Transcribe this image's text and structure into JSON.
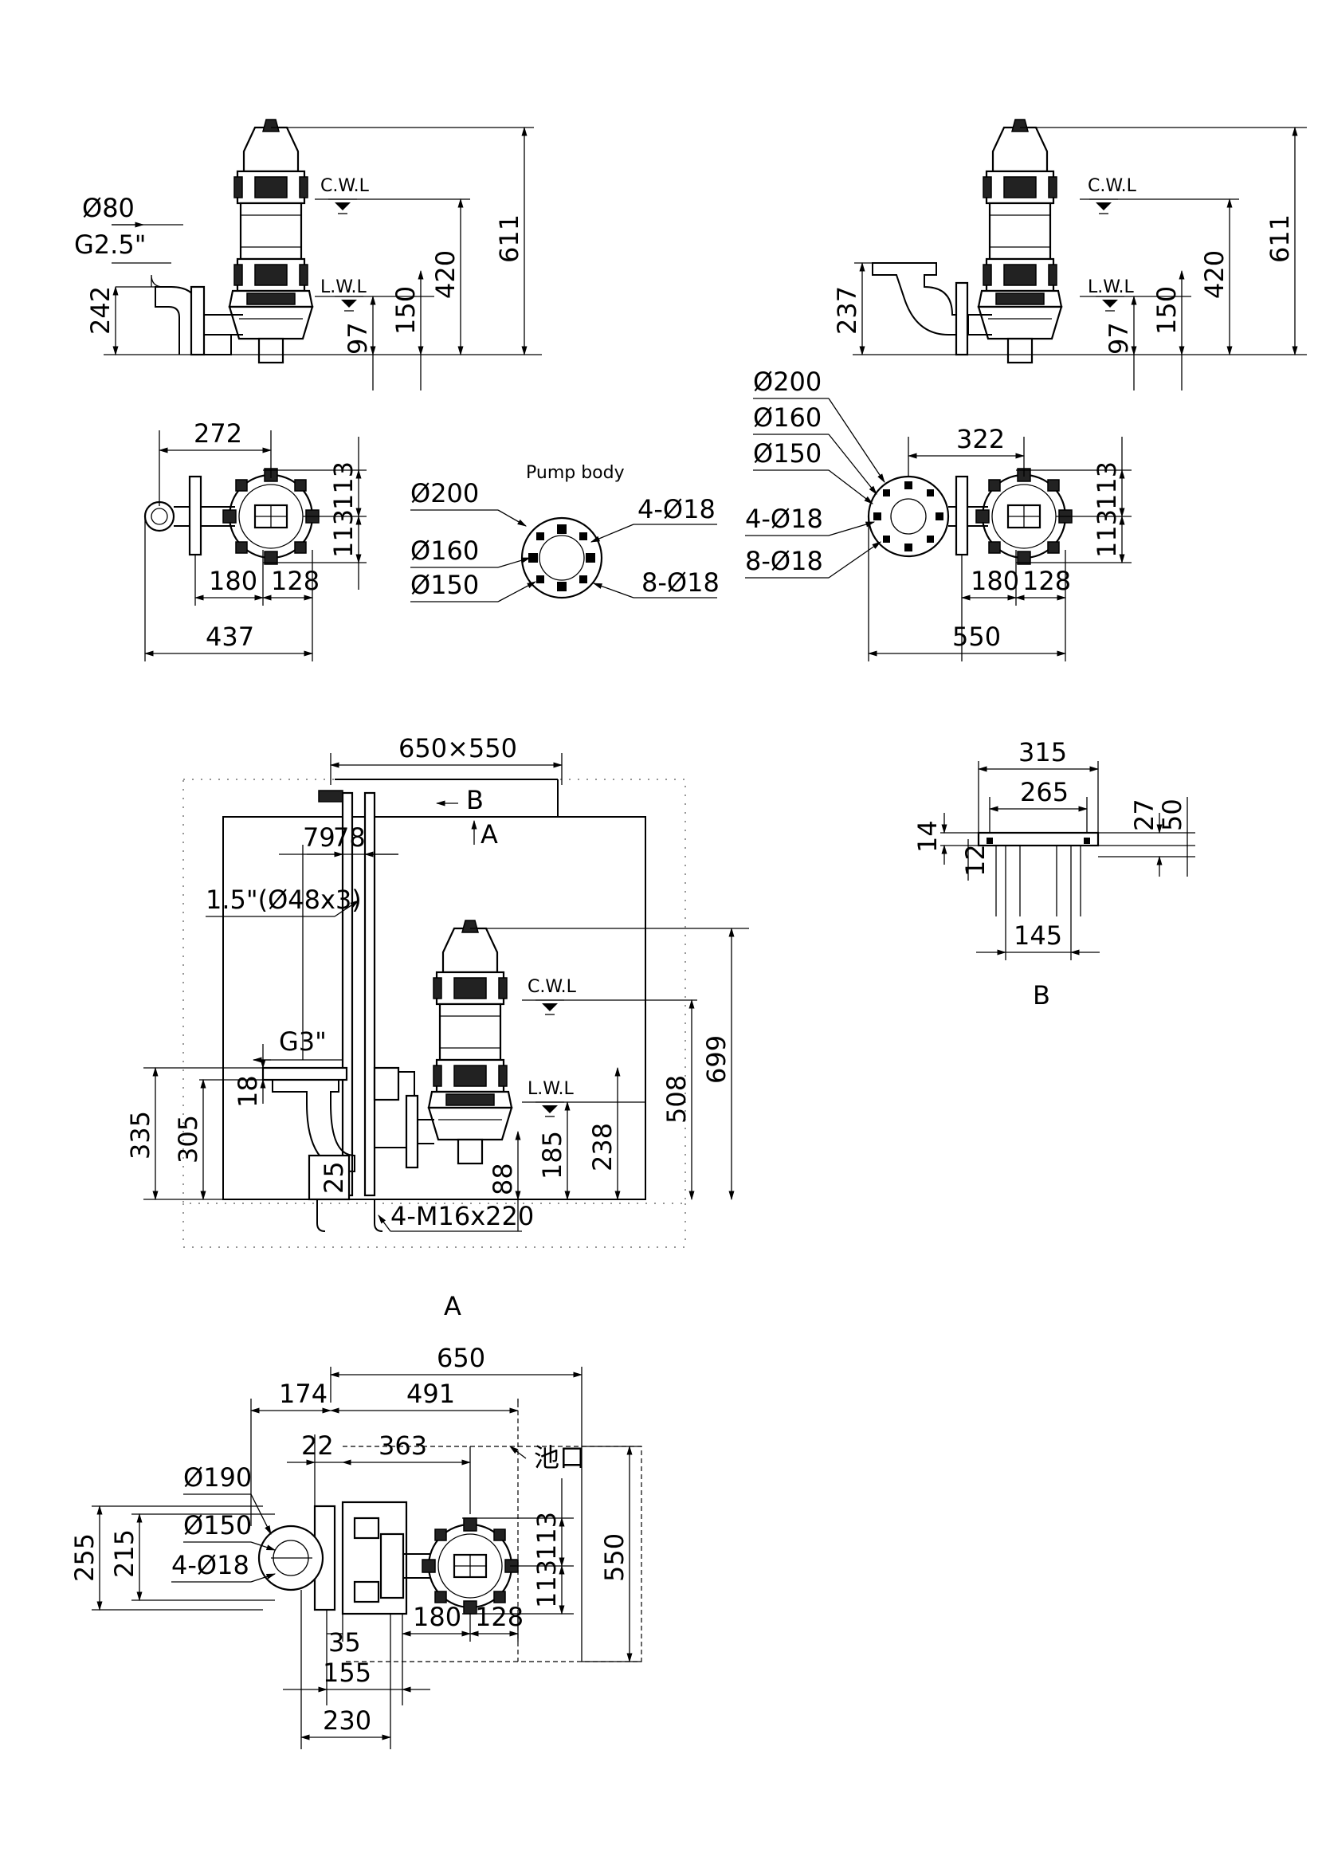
{
  "view1": {
    "pipe_dia": "Ø80",
    "thread": "G2.5\"",
    "cwl": "C.W.L",
    "lwl": "L.W.L",
    "d242": "242",
    "d97": "97",
    "d150": "150",
    "d420": "420",
    "d611": "611"
  },
  "view2": {
    "cwl": "C.W.L",
    "lwl": "L.W.L",
    "d237": "237",
    "d97": "97",
    "d150": "150",
    "d420": "420",
    "d611": "611"
  },
  "plan1": {
    "d272": "272",
    "d113a": "113",
    "d113b": "113",
    "d180": "180",
    "d128": "128",
    "d437": "437"
  },
  "flange": {
    "title": "Pump body",
    "d200": "Ø200",
    "d160": "Ø160",
    "d150": "Ø150",
    "h4": "4-Ø18",
    "h8": "8-Ø18"
  },
  "plan2": {
    "d200": "Ø200",
    "d160": "Ø160",
    "d150": "Ø150",
    "h4": "4-Ø18",
    "h8": "8-Ø18",
    "d322": "322",
    "d113a": "113",
    "d113b": "113",
    "d180": "180",
    "d128": "128",
    "d550": "550"
  },
  "install": {
    "pit": "650×550",
    "markB": "B",
    "markA": "A",
    "d79": "79",
    "d78": "78",
    "guide": "1.5\"(Ø48x3)",
    "g3": "G3\"",
    "d18": "18",
    "d335": "335",
    "d305": "305",
    "d25": "25",
    "bolts": "4-M16x220",
    "d88": "88",
    "d185": "185",
    "d238": "238",
    "d508": "508",
    "d699": "699",
    "cwl": "C.W.L",
    "lwl": "L.W.L"
  },
  "detailB": {
    "d315": "315",
    "d265": "265",
    "d14": "14",
    "d12": "12",
    "d27": "27",
    "d50": "50",
    "d145": "145",
    "label": "B"
  },
  "viewA": {
    "label": "A",
    "d650": "650",
    "d174": "174",
    "d491": "491",
    "d22": "22",
    "d363": "363",
    "pool": "池口",
    "d190": "Ø190",
    "d150": "Ø150",
    "h4": "4-Ø18",
    "d255": "255",
    "d215": "215",
    "d113a": "113",
    "d113b": "113",
    "d550": "550",
    "d35": "35",
    "d180": "180",
    "d128": "128",
    "d155": "155",
    "d230": "230"
  }
}
